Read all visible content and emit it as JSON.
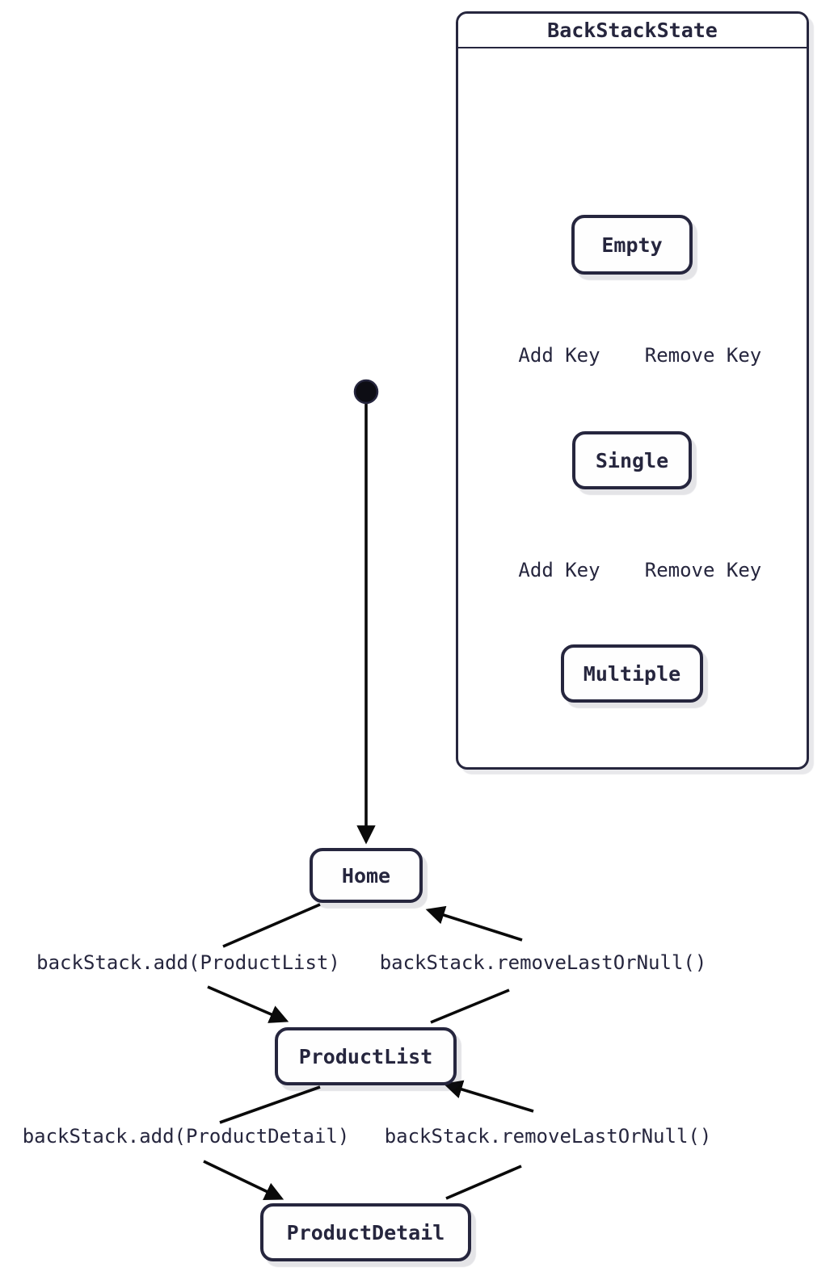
{
  "diagram_type": "state-diagram",
  "colors": {
    "ink": "#26263e",
    "edge": "#0a0a0a",
    "node_fill": "#fefefe",
    "background": "#ffffff"
  },
  "composite": {
    "title": "BackStackState",
    "states": [
      {
        "label": "Empty"
      },
      {
        "label": "Single"
      },
      {
        "label": "Multiple"
      }
    ],
    "transitions": [
      {
        "from": "initial",
        "to": "Empty",
        "label": ""
      },
      {
        "from": "Empty",
        "to": "Single",
        "label": "Add Key"
      },
      {
        "from": "Single",
        "to": "Empty",
        "label": "Remove Key"
      },
      {
        "from": "Single",
        "to": "Multiple",
        "label": "Add Key"
      },
      {
        "from": "Multiple",
        "to": "Single",
        "label": "Remove Key"
      }
    ]
  },
  "navigation": {
    "states": [
      {
        "label": "Home"
      },
      {
        "label": "ProductList"
      },
      {
        "label": "ProductDetail"
      }
    ],
    "transitions": [
      {
        "from": "initial",
        "to": "Home",
        "label": ""
      },
      {
        "from": "Home",
        "to": "ProductList",
        "label": "backStack.add(ProductList)"
      },
      {
        "from": "ProductList",
        "to": "Home",
        "label": "backStack.removeLastOrNull()"
      },
      {
        "from": "ProductList",
        "to": "ProductDetail",
        "label": "backStack.add(ProductDetail)"
      },
      {
        "from": "ProductDetail",
        "to": "ProductList",
        "label": "backStack.removeLastOrNull()"
      }
    ]
  }
}
